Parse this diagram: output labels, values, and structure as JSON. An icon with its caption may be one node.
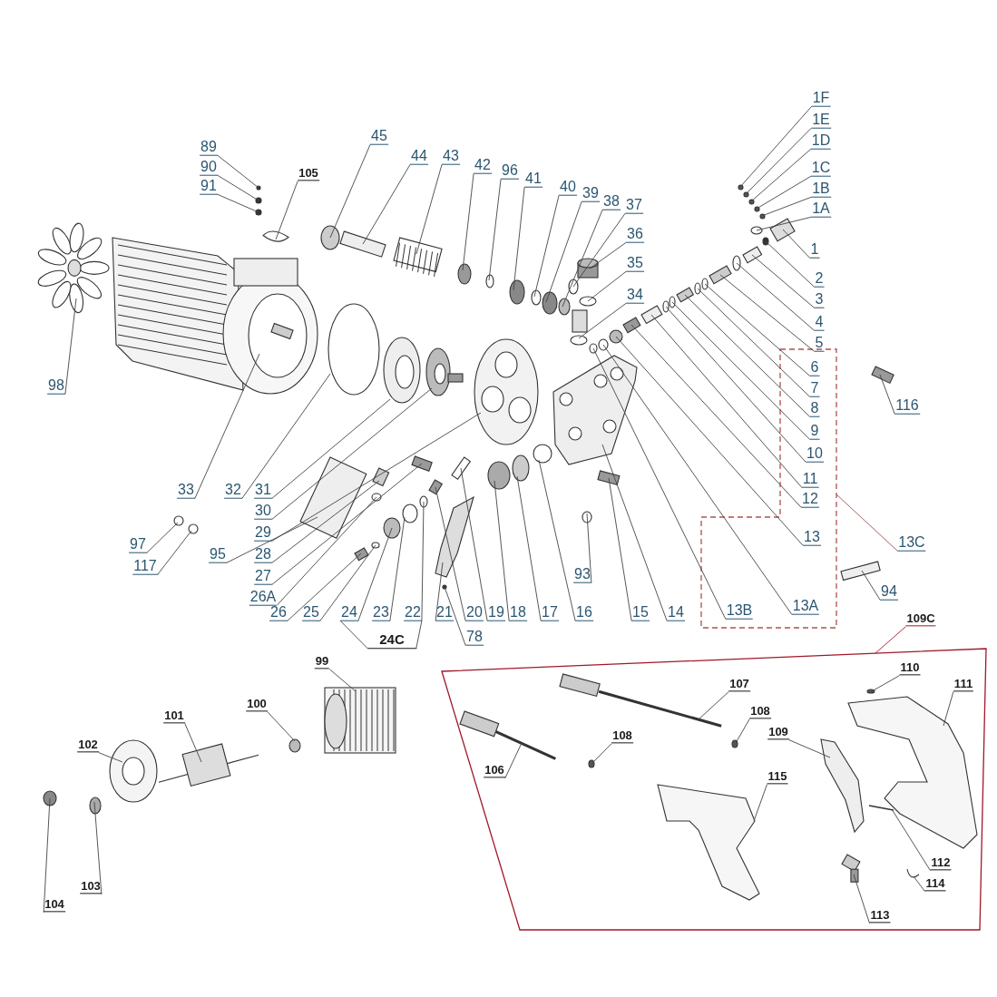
{
  "diagram": {
    "nodes": [
      {
        "text": [
          "89"
        ]
      },
      {
        "text": [
          "90"
        ]
      },
      {
        "text": [
          "91"
        ]
      },
      {
        "text": [
          "105"
        ]
      },
      {
        "text": [
          "45"
        ]
      },
      {
        "text": [
          "44"
        ]
      },
      {
        "text": [
          "43"
        ]
      },
      {
        "text": [
          "42"
        ]
      },
      {
        "text": [
          "96"
        ]
      },
      {
        "text": [
          "41"
        ]
      },
      {
        "text": [
          "40"
        ]
      },
      {
        "text": [
          "39"
        ]
      },
      {
        "text": [
          "38"
        ]
      },
      {
        "text": [
          "37"
        ]
      },
      {
        "text": [
          "1F"
        ]
      },
      {
        "text": [
          "1E"
        ]
      },
      {
        "text": [
          "1D"
        ]
      },
      {
        "text": [
          "1C"
        ]
      },
      {
        "text": [
          "1B"
        ]
      },
      {
        "text": [
          "1A"
        ]
      },
      {
        "text": [
          "36"
        ]
      },
      {
        "text": [
          "1"
        ]
      },
      {
        "text": [
          "35"
        ]
      },
      {
        "text": [
          "2"
        ]
      },
      {
        "text": [
          "3"
        ]
      },
      {
        "text": [
          "34"
        ]
      },
      {
        "text": [
          "4"
        ]
      },
      {
        "text": [
          "5"
        ]
      },
      {
        "text": [],
        "shape": "box"
      },
      {
        "text": [
          "6"
        ],
        "in": 28
      },
      {
        "text": [
          "7"
        ],
        "in": 28
      },
      {
        "text": [
          "8"
        ],
        "in": 28
      },
      {
        "text": [
          "9"
        ],
        "in": 28
      },
      {
        "text": [
          "10"
        ],
        "in": 28
      },
      {
        "text": [
          "11"
        ],
        "in": 28
      },
      {
        "text": [
          "12"
        ],
        "in": 28
      },
      {
        "text": [
          "13"
        ],
        "in": 28
      },
      {
        "text": [
          "13A"
        ],
        "in": 28
      },
      {
        "text": [
          "13B"
        ],
        "in": 28
      },
      {
        "text": [
          "98"
        ]
      },
      {
        "text": [
          "116"
        ]
      },
      {
        "text": [
          "33"
        ]
      },
      {
        "text": [
          "32"
        ]
      },
      {
        "text": [
          "31"
        ]
      },
      {
        "text": [
          "30"
        ]
      },
      {
        "text": [
          "29"
        ]
      },
      {
        "text": [
          "95"
        ]
      },
      {
        "text": [
          "28"
        ]
      },
      {
        "text": [
          "27"
        ]
      },
      {
        "text": [
          "26A"
        ]
      },
      {
        "text": [
          "97"
        ]
      },
      {
        "text": [
          "117"
        ]
      },
      {
        "text": [
          "13C"
        ]
      },
      {
        "text": [
          "93"
        ]
      },
      {
        "text": [
          "26"
        ]
      },
      {
        "text": [
          "25"
        ]
      },
      {
        "text": [
          "24"
        ]
      },
      {
        "text": [
          "23"
        ]
      },
      {
        "text": [
          "22"
        ]
      },
      {
        "text": [
          "21"
        ]
      },
      {
        "text": [
          "20"
        ]
      },
      {
        "text": [
          "19"
        ]
      },
      {
        "text": [
          "18"
        ]
      },
      {
        "text": [
          "17"
        ]
      },
      {
        "text": [
          "16"
        ]
      },
      {
        "text": [
          "15"
        ]
      },
      {
        "text": [
          "14"
        ]
      },
      {
        "text": [
          "94"
        ]
      },
      {
        "text": [
          "78"
        ]
      },
      {
        "text": [
          "24C"
        ]
      },
      {
        "text": [
          "109C"
        ]
      },
      {
        "text": [],
        "shape": "box"
      },
      {
        "text": [
          "110"
        ],
        "in": 71
      },
      {
        "text": [
          "107"
        ],
        "in": 71
      },
      {
        "text": [
          "111"
        ],
        "in": 71
      },
      {
        "text": [
          "99"
        ]
      },
      {
        "text": [
          "106"
        ],
        "in": 71
      },
      {
        "text": [
          "108"
        ],
        "in": 71
      },
      {
        "text": [
          "109"
        ],
        "in": 71
      },
      {
        "text": [
          "100"
        ]
      },
      {
        "text": [
          "101"
        ]
      },
      {
        "text": [
          "108"
        ],
        "in": 71
      },
      {
        "text": [
          "102"
        ]
      },
      {
        "text": [
          "115"
        ],
        "in": 71
      },
      {
        "text": [
          "112"
        ],
        "in": 71
      },
      {
        "text": [
          "114"
        ],
        "in": 71
      },
      {
        "text": [
          "113"
        ],
        "in": 71
      },
      {
        "text": [
          "103"
        ]
      },
      {
        "text": [
          "104"
        ]
      },
      {
        "text": [],
        "shape": "circle"
      },
      {
        "text": [],
        "shape": "circle"
      },
      {
        "text": [],
        "shape": "circle"
      },
      {
        "text": [],
        "shape": "picture"
      },
      {
        "text": [],
        "shape": "circle"
      },
      {
        "text": [],
        "shape": "box"
      },
      {
        "text": [],
        "shape": "picture"
      },
      {
        "text": [],
        "shape": "circle"
      },
      {
        "text": [],
        "shape": "circle"
      },
      {
        "text": [],
        "shape": "circle"
      },
      {
        "text": [],
        "shape": "circle"
      },
      {
        "text": [],
        "shape": "circle"
      },
      {
        "text": [],
        "shape": "circle"
      },
      {
        "text": [],
        "shape": "circle"
      },
      {
        "text": [],
        "shape": "circle"
      },
      {
        "text": [],
        "shape": "circle"
      },
      {
        "text": [],
        "shape": "circle"
      },
      {
        "text": [],
        "shape": "circle"
      },
      {
        "text": [],
        "shape": "circle"
      },
      {
        "text": [],
        "shape": "circle"
      },
      {
        "text": [],
        "shape": "box"
      },
      {
        "text": [],
        "shape": "box"
      },
      {
        "text": [],
        "shape": "circle"
      },
      {
        "text": [],
        "shape": "circle"
      },
      {
        "text": [],
        "shape": "box"
      },
      {
        "text": [],
        "shape": "box"
      },
      {
        "text": [],
        "shape": "circle"
      },
      {
        "text": [],
        "shape": "box"
      },
      {
        "text": [],
        "shape": "circle"
      },
      {
        "text": [],
        "shape": "circle"
      },
      {
        "text": [],
        "shape": "box"
      },
      {
        "text": [],
        "shape": "circle"
      },
      {
        "text": [],
        "shape": "circle"
      },
      {
        "text": [],
        "shape": "box"
      },
      {
        "text": [],
        "shape": "box"
      },
      {
        "text": [],
        "shape": "circle"
      },
      {
        "text": [],
        "shape": "circle"
      },
      {
        "text": [],
        "shape": "circle"
      },
      {
        "text": [],
        "shape": "picture"
      },
      {
        "text": [],
        "shape": "box"
      },
      {
        "text": [],
        "shape": "picture"
      },
      {
        "text": [],
        "shape": "circle"
      },
      {
        "text": [],
        "shape": "picture"
      },
      {
        "text": [],
        "shape": "picture"
      },
      {
        "text": [],
        "shape": "picture"
      },
      {
        "text": [],
        "shape": "box"
      },
      {
        "text": [],
        "shape": "box"
      },
      {
        "text": [],
        "shape": "box"
      },
      {
        "text": [],
        "shape": "circle"
      },
      {
        "text": [],
        "shape": "circle"
      },
      {
        "text": [],
        "shape": "circle"
      },
      {
        "text": [],
        "shape": "circle"
      },
      {
        "text": [],
        "shape": "box"
      },
      {
        "text": [],
        "shape": "circle"
      },
      {
        "text": [],
        "shape": "circle"
      },
      {
        "text": [],
        "shape": "circle"
      },
      {
        "text": [],
        "shape": "circle"
      },
      {
        "text": [],
        "shape": "picture"
      },
      {
        "text": [],
        "shape": "box"
      },
      {
        "text": [],
        "shape": "box"
      },
      {
        "text": [],
        "shape": "circle"
      },
      {
        "text": [],
        "shape": "circle"
      },
      {
        "text": [],
        "shape": "circle"
      },
      {
        "text": [],
        "shape": "box"
      },
      {
        "text": [],
        "shape": "picture"
      },
      {
        "text": [],
        "shape": "box"
      },
      {
        "text": [],
        "shape": "circle"
      },
      {
        "text": [],
        "shape": "circle",
        "in": 71
      },
      {
        "text": [],
        "shape": "picture",
        "in": 71
      },
      {
        "text": [],
        "shape": "picture",
        "in": 71
      },
      {
        "text": [],
        "shape": "picture"
      },
      {
        "text": [],
        "shape": "picture",
        "in": 71
      },
      {
        "text": [],
        "shape": "circle",
        "in": 71
      },
      {
        "text": [],
        "shape": "picture",
        "in": 71
      },
      {
        "text": [],
        "shape": "circle"
      },
      {
        "text": [],
        "shape": "picture"
      },
      {
        "text": [],
        "shape": "circle",
        "in": 71
      },
      {
        "text": [],
        "shape": "picture"
      },
      {
        "text": [],
        "shape": "picture",
        "in": 71
      },
      {
        "text": [],
        "shape": "bar",
        "in": 71
      },
      {
        "text": [],
        "shape": "picture",
        "in": 71
      },
      {
        "text": [],
        "shape": "box",
        "in": 71
      },
      {
        "text": [],
        "shape": "circle"
      },
      {
        "text": [],
        "shape": "circle"
      }
    ],
    "edges": [
      {
        "from": 0,
        "to": 89,
        "arrow": "none"
      },
      {
        "from": 1,
        "to": 90,
        "arrow": "none"
      },
      {
        "from": 2,
        "to": 91,
        "arrow": "none"
      },
      {
        "from": 3,
        "to": 92,
        "arrow": "none"
      },
      {
        "from": 4,
        "to": 93,
        "arrow": "none"
      },
      {
        "from": 5,
        "to": 94,
        "arrow": "none"
      },
      {
        "from": 6,
        "to": 95,
        "arrow": "none"
      },
      {
        "from": 7,
        "to": 96,
        "arrow": "none"
      },
      {
        "from": 8,
        "to": 97,
        "arrow": "none"
      },
      {
        "from": 9,
        "to": 98,
        "arrow": "none"
      },
      {
        "from": 10,
        "to": 99,
        "arrow": "none"
      },
      {
        "from": 11,
        "to": 100,
        "arrow": "none"
      },
      {
        "from": 12,
        "to": 101,
        "arrow": "none"
      },
      {
        "from": 13,
        "to": 102,
        "arrow": "none"
      },
      {
        "from": 14,
        "to": 103,
        "arrow": "none"
      },
      {
        "from": 15,
        "to": 104,
        "arrow": "none"
      },
      {
        "from": 16,
        "to": 105,
        "arrow": "none"
      },
      {
        "from": 17,
        "to": 106,
        "arrow": "none"
      },
      {
        "from": 18,
        "to": 107,
        "arrow": "none"
      },
      {
        "from": 19,
        "to": 108,
        "arrow": "none"
      },
      {
        "from": 20,
        "to": 109,
        "arrow": "none"
      },
      {
        "from": 21,
        "to": 110,
        "arrow": "none"
      },
      {
        "from": 22,
        "to": 111,
        "arrow": "none"
      },
      {
        "from": 23,
        "to": 112,
        "arrow": "none"
      },
      {
        "from": 24,
        "to": 113,
        "arrow": "none"
      },
      {
        "from": 25,
        "to": 114,
        "arrow": "none"
      },
      {
        "from": 26,
        "to": 115,
        "arrow": "none"
      },
      {
        "from": 27,
        "to": 116,
        "arrow": "none"
      },
      {
        "from": 29,
        "to": 117,
        "arrow": "none"
      },
      {
        "from": 30,
        "to": 118,
        "arrow": "none"
      },
      {
        "from": 31,
        "to": 119,
        "arrow": "none"
      },
      {
        "from": 32,
        "to": 120,
        "arrow": "none"
      },
      {
        "from": 33,
        "to": 121,
        "arrow": "none"
      },
      {
        "from": 34,
        "to": 122,
        "arrow": "none"
      },
      {
        "from": 35,
        "to": 123,
        "arrow": "none"
      },
      {
        "from": 36,
        "to": 124,
        "arrow": "none"
      },
      {
        "from": 37,
        "to": 125,
        "arrow": "none"
      },
      {
        "from": 38,
        "to": 126,
        "arrow": "none"
      },
      {
        "from": 39,
        "to": 127,
        "arrow": "none"
      },
      {
        "from": 40,
        "to": 128,
        "arrow": "none"
      },
      {
        "from": 41,
        "to": 129,
        "arrow": "none"
      },
      {
        "from": 42,
        "to": 130,
        "arrow": "none"
      },
      {
        "from": 43,
        "to": 131,
        "arrow": "none"
      },
      {
        "from": 44,
        "to": 132,
        "arrow": "none"
      },
      {
        "from": 45,
        "to": 133,
        "arrow": "none"
      },
      {
        "from": 46,
        "to": 134,
        "arrow": "none"
      },
      {
        "from": 47,
        "to": 135,
        "arrow": "none"
      },
      {
        "from": 48,
        "to": 136,
        "arrow": "none"
      },
      {
        "from": 49,
        "to": 137,
        "arrow": "none"
      },
      {
        "from": 50,
        "to": 138,
        "arrow": "none"
      },
      {
        "from": 51,
        "to": 139,
        "arrow": "none"
      },
      {
        "from": 52,
        "to": 28,
        "arrow": "none",
        "color": "#a05050"
      },
      {
        "from": 53,
        "to": 140,
        "arrow": "none"
      },
      {
        "from": 54,
        "to": 141,
        "arrow": "none"
      },
      {
        "from": 55,
        "to": 142,
        "arrow": "none"
      },
      {
        "from": 56,
        "to": 143,
        "arrow": "none"
      },
      {
        "from": 57,
        "to": 144,
        "arrow": "none"
      },
      {
        "from": 58,
        "to": 145,
        "arrow": "none"
      },
      {
        "from": 59,
        "to": 146,
        "arrow": "none"
      },
      {
        "from": 60,
        "to": 147,
        "arrow": "none"
      },
      {
        "from": 61,
        "to": 148,
        "arrow": "none"
      },
      {
        "from": 62,
        "to": 149,
        "arrow": "none"
      },
      {
        "from": 63,
        "to": 150,
        "arrow": "none"
      },
      {
        "from": 64,
        "to": 151,
        "arrow": "none"
      },
      {
        "from": 65,
        "to": 152,
        "arrow": "none"
      },
      {
        "from": 66,
        "to": 153,
        "arrow": "none"
      },
      {
        "from": 67,
        "to": 154,
        "arrow": "none"
      },
      {
        "from": 68,
        "to": 155,
        "arrow": "none"
      },
      {
        "from": 69,
        "to": 56,
        "arrow": "none"
      },
      {
        "from": 69,
        "to": 58,
        "arrow": "none"
      },
      {
        "from": 70,
        "to": 71,
        "arrow": "none",
        "color": "#a01828"
      },
      {
        "from": 72,
        "to": 156,
        "arrow": "none"
      },
      {
        "from": 73,
        "to": 157,
        "arrow": "none"
      },
      {
        "from": 74,
        "to": 158,
        "arrow": "none"
      },
      {
        "from": 75,
        "to": 159,
        "arrow": "none"
      },
      {
        "from": 76,
        "to": 160,
        "arrow": "none"
      },
      {
        "from": 77,
        "to": 161,
        "arrow": "none"
      },
      {
        "from": 78,
        "to": 162,
        "arrow": "none"
      },
      {
        "from": 79,
        "to": 163,
        "arrow": "none"
      },
      {
        "from": 80,
        "to": 164,
        "arrow": "none"
      },
      {
        "from": 81,
        "to": 165,
        "arrow": "none"
      },
      {
        "from": 82,
        "to": 166,
        "arrow": "none"
      },
      {
        "from": 83,
        "to": 167,
        "arrow": "none"
      },
      {
        "from": 84,
        "to": 168,
        "arrow": "none"
      },
      {
        "from": 85,
        "to": 169,
        "arrow": "none"
      },
      {
        "from": 86,
        "to": 170,
        "arrow": "none"
      },
      {
        "from": 87,
        "to": 171,
        "arrow": "none"
      },
      {
        "from": 88,
        "to": 172,
        "arrow": "none"
      }
    ]
  }
}
